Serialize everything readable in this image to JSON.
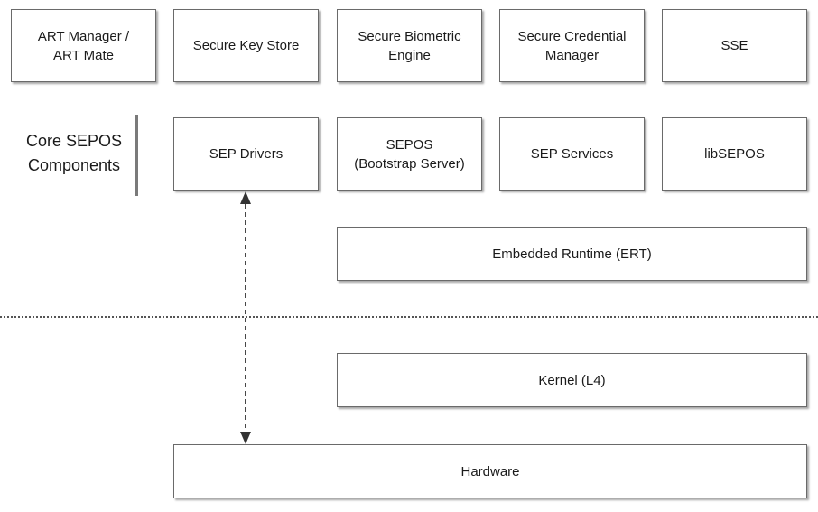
{
  "diagram": {
    "side_label": "Core SEPOS\nComponents",
    "top_row": [
      "ART Manager /\nART Mate",
      "Secure Key Store",
      "Secure Biometric\nEngine",
      "Secure Credential\nManager",
      "SSE"
    ],
    "core_row": [
      "SEP Drivers",
      "SEPOS\n(Bootstrap Server)",
      "SEP Services",
      "libSEPOS"
    ],
    "runtime": "Embedded Runtime (ERT)",
    "kernel": "Kernel (L4)",
    "hardware": "Hardware"
  },
  "colors": {
    "border": "#6a6a6a",
    "text": "#1a1a1a",
    "arrow": "#333333"
  }
}
